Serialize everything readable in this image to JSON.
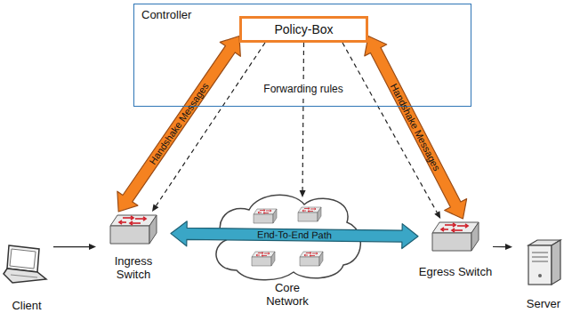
{
  "diagram": {
    "nodes": [
      {
        "text": [
          "Controller"
        ]
      },
      {
        "text": [
          "Policy-Box"
        ],
        "in": 0
      },
      {
        "text": [
          "Client"
        ]
      },
      {
        "text": [
          "Ingress Switch"
        ]
      },
      {
        "text": [
          "Core Network"
        ]
      },
      {
        "text": [
          "Egress Switch"
        ]
      },
      {
        "text": [
          "Server"
        ]
      }
    ],
    "edges": [
      {
        "from": 2,
        "to": 3,
        "arrow": "to"
      },
      {
        "from": 1,
        "to": 3,
        "label": "Handshake Messages",
        "arrow": "both"
      },
      {
        "from": 1,
        "to": 5,
        "label": "Handshake Messages",
        "arrow": "both"
      },
      {
        "from": 1,
        "to": 3,
        "arrow": "to"
      },
      {
        "from": 1,
        "to": 4,
        "label": "Forwarding rules",
        "arrow": "to"
      },
      {
        "from": 1,
        "to": 5,
        "arrow": "to"
      },
      {
        "from": 3,
        "to": 5,
        "label": "End-To-End Path",
        "arrow": "both"
      },
      {
        "from": 5,
        "to": 6,
        "arrow": "to"
      }
    ]
  }
}
